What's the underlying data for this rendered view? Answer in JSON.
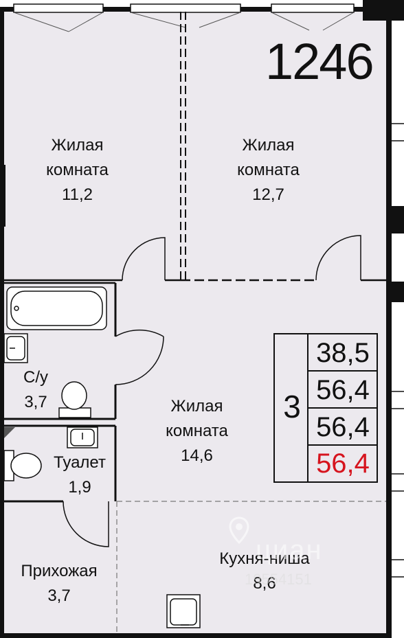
{
  "apartment_number": "1246",
  "rooms_count": "3",
  "areas": [
    "38,5",
    "56,4",
    "56,4",
    "56,4"
  ],
  "highlight_color": "#d6141e",
  "floor_color": "#ece9ee",
  "rooms": [
    {
      "name_line1": "Жилая",
      "name_line2": "комната",
      "area": "11,2"
    },
    {
      "name_line1": "Жилая",
      "name_line2": "комната",
      "area": "12,7"
    },
    {
      "name_line1": "Жилая",
      "name_line2": "комната",
      "area": "14,6"
    },
    {
      "name_line1": "С/у",
      "area": "3,7"
    },
    {
      "name_line1": "Туалет",
      "area": "1,9"
    },
    {
      "name_line1": "Прихожая",
      "area": "3,7"
    },
    {
      "name_line1": "Кухня-ниша",
      "area": "8,6"
    }
  ],
  "watermark": {
    "brand": "циан",
    "id": "19554151"
  }
}
